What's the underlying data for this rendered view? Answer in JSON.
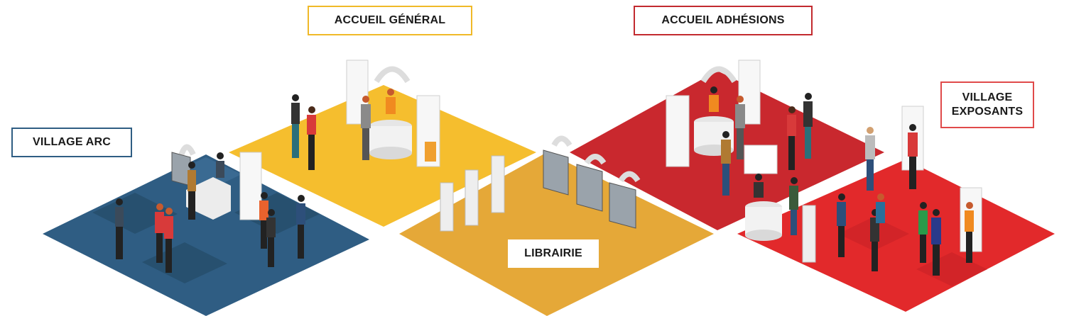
{
  "zones": [
    {
      "id": "village-arc",
      "label": "VILLAGE ARC",
      "color": "#2f5d83"
    },
    {
      "id": "accueil-general",
      "label": "ACCUEIL GÉNÉRAL",
      "color": "#f5be2e"
    },
    {
      "id": "accueil-adhesions",
      "label": "ACCUEIL ADHÉSIONS",
      "color": "#c9282e"
    },
    {
      "id": "village-exposants",
      "label": "VILLAGE\nEXPOSANTS",
      "color": "#e2292b"
    },
    {
      "id": "librairie",
      "label": "LIBRAIRIE",
      "color": "#e5a838"
    }
  ],
  "label_border_colors": {
    "village-arc": "#2f5d83",
    "accueil-general": "#f0b928",
    "accueil-adhesions": "#c22a2f",
    "village-exposants": "#e04a4a"
  },
  "icons": [
    "person-icon",
    "booth-counter-icon",
    "banner-stand-icon",
    "brochure-rack-icon",
    "display-board-icon"
  ]
}
